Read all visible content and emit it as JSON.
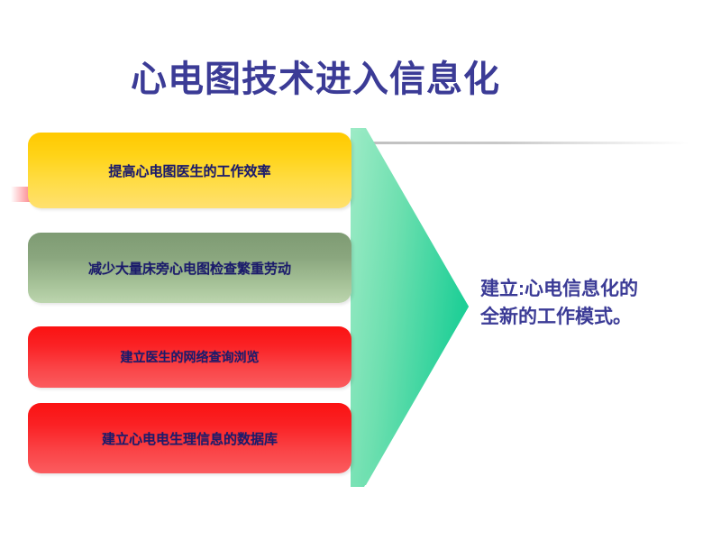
{
  "slide": {
    "title": "心电图技术进入信息化",
    "title_color": "#3B3B96",
    "background_color": "#FFFFFF"
  },
  "logo": {
    "name": "decorative-corner-mark",
    "yellow": "#FFCC00",
    "red": "#FA2A32",
    "blue": "#2222C8",
    "line": "#000000"
  },
  "flow": {
    "boxes": [
      {
        "text": "提高心电图医生的工作效率",
        "color": "#FFD317"
      },
      {
        "text": "减少大量床旁心电图检查繁重劳动",
        "color": "#8AA67E"
      },
      {
        "text": "建立医生的网络查询浏览",
        "color": "#FA2225"
      },
      {
        "text": "建立心电电生理信息的数据库",
        "color": "#FA2225"
      }
    ],
    "arrow": {
      "name": "right-pointing-arrow",
      "color_start": "#8EE8BE",
      "color_end": "#1FCF97",
      "direction": "right"
    }
  },
  "conclusion": {
    "line1": "建立:心电信息化的",
    "line2": "全新的工作模式。",
    "color": "#3B3B96"
  }
}
